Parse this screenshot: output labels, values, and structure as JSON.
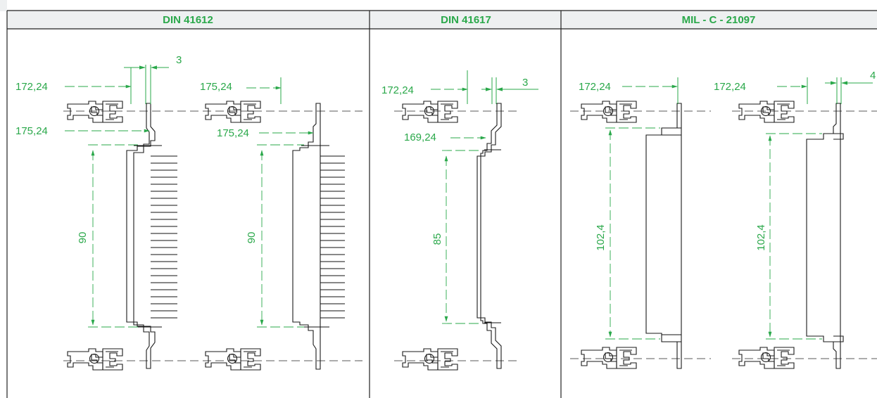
{
  "colors": {
    "accent": "#2aa84a",
    "header_bg": "#eef0f1",
    "line": "#1a1a1a"
  },
  "columns": [
    {
      "title": "DIN 41612"
    },
    {
      "title": "DIN 41617"
    },
    {
      "title": "MIL - C - 21097"
    }
  ],
  "dims": {
    "d1_a": "172,24",
    "d1_b": "3",
    "d1_c": "175,24",
    "d1_v": "90",
    "d2_a": "175,24",
    "d2_c": "175,24",
    "d2_v": "90",
    "d3_a": "172,24",
    "d3_b": "3",
    "d3_c": "169,24",
    "d3_v": "85",
    "d4_a": "172,24",
    "d4_v": "102,4",
    "d5_a": "172,24",
    "d5_b": "4",
    "d5_v": "102,4"
  }
}
